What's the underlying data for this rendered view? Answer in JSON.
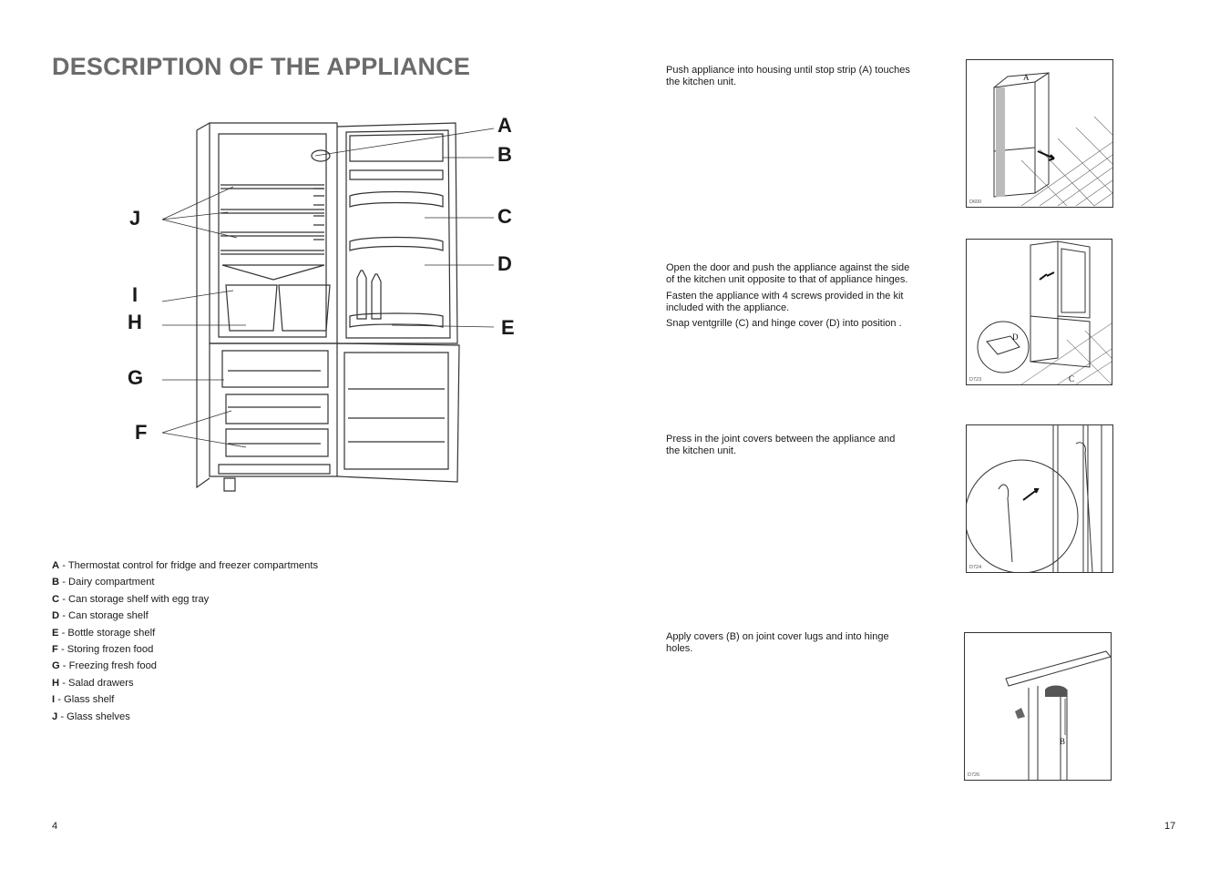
{
  "page": {
    "title": "DESCRIPTION OF THE APPLIANCE",
    "left_page_number": "4",
    "right_page_number": "17"
  },
  "figure": {
    "callouts": {
      "a": "A",
      "b": "B",
      "c": "C",
      "d": "D",
      "e": "E",
      "f": "F",
      "g": "G",
      "h": "H",
      "i": "I",
      "j": "J"
    }
  },
  "legend": [
    {
      "letter": "A",
      "text": " - Thermostat control for fridge and freezer compartments"
    },
    {
      "letter": "B",
      "text": " - Dairy compartment"
    },
    {
      "letter": "C",
      "text": " - Can storage shelf with egg tray"
    },
    {
      "letter": "D",
      "text": " - Can storage shelf"
    },
    {
      "letter": "E",
      "text": " - Bottle storage shelf"
    },
    {
      "letter": "F",
      "text": " - Storing frozen food"
    },
    {
      "letter": "G",
      "text": " - Freezing fresh food"
    },
    {
      "letter": "H",
      "text": " - Salad drawers"
    },
    {
      "letter": "I",
      "text": "  -  Glass shelf"
    },
    {
      "letter": "J",
      "text": "  - Glass shelves"
    }
  ],
  "steps": [
    {
      "paragraphs": [
        "Push appliance into housing until stop strip (A) touches the kitchen unit."
      ],
      "labels": [
        "A"
      ],
      "code": "D600"
    },
    {
      "paragraphs": [
        "Open the door and push the appliance against the side of the kitchen unit opposite to that of appliance hinges.",
        "Fasten the appliance with 4 screws provided in the kit included with the appliance.",
        "Snap ventgrille (C) and hinge cover (D) into position ."
      ],
      "labels": [
        "D",
        "C"
      ],
      "code": "D723"
    },
    {
      "paragraphs": [
        "Press in the joint covers between the appliance and the kitchen unit."
      ],
      "labels": [],
      "code": "D724"
    },
    {
      "paragraphs": [
        "Apply covers (B) on joint cover lugs and into hinge holes."
      ],
      "labels": [
        "B"
      ],
      "code": "D726"
    }
  ],
  "colors": {
    "title": "#6b6b6b",
    "text": "#1a1a1a",
    "line": "#333333"
  }
}
